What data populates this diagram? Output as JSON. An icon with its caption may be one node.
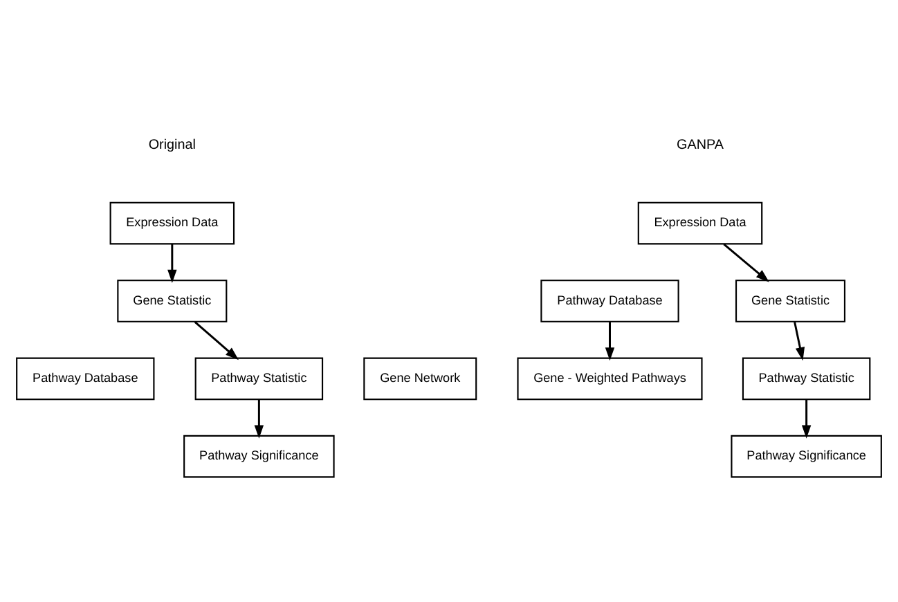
{
  "diagram": {
    "nodes": [
      {
        "text": [
          "Expression Data"
        ]
      },
      {
        "text": [
          "Gene Statistic"
        ]
      },
      {
        "text": [
          "Pathway Database"
        ]
      },
      {
        "text": [
          "Pathway Statistic"
        ]
      },
      {
        "text": [
          "Pathway Significance"
        ]
      },
      {
        "text": [
          "Expression Data"
        ]
      },
      {
        "text": [
          "Pathway Database"
        ]
      },
      {
        "text": [
          "Gene Statistic"
        ]
      },
      {
        "text": [
          "Gene Network"
        ]
      },
      {
        "text": [
          "Gene - Weighted Pathways"
        ]
      },
      {
        "text": [
          "Pathway Statistic"
        ]
      },
      {
        "text": [
          "Pathway Significance"
        ]
      }
    ],
    "edges": [
      {
        "from": 0,
        "to": 1,
        "arrow": "to"
      },
      {
        "from": 1,
        "to": 3,
        "arrow": "to"
      },
      {
        "from": 3,
        "to": 4,
        "arrow": "to"
      },
      {
        "from": 5,
        "to": 7,
        "arrow": "to"
      },
      {
        "from": 6,
        "to": 9,
        "arrow": "to"
      },
      {
        "from": 7,
        "to": 10,
        "arrow": "to"
      },
      {
        "from": 10,
        "to": 11,
        "arrow": "to"
      }
    ],
    "labels": [
      "Original",
      "GANPA"
    ]
  }
}
